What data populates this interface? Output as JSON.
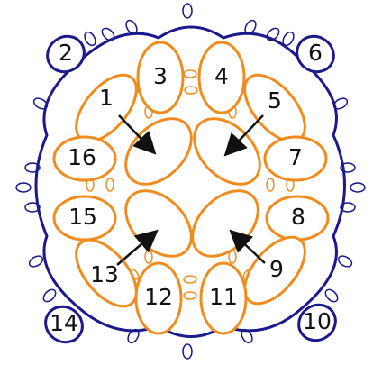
{
  "colors": {
    "background": "#ffffff",
    "outer_ring": "#1a1a8c",
    "inner_ring": "#f08c1e",
    "arrow": "#111111"
  },
  "labels": {
    "ring_1": "1",
    "ring_2": "2",
    "ring_3": "3",
    "ring_4": "4",
    "ring_5": "5",
    "ring_6": "6",
    "ring_7": "7",
    "ring_8": "8",
    "ring_9": "9",
    "ring_10": "10",
    "ring_11": "11",
    "ring_12": "12",
    "ring_13": "13",
    "ring_14": "14",
    "ring_15": "15",
    "ring_16": "16"
  }
}
